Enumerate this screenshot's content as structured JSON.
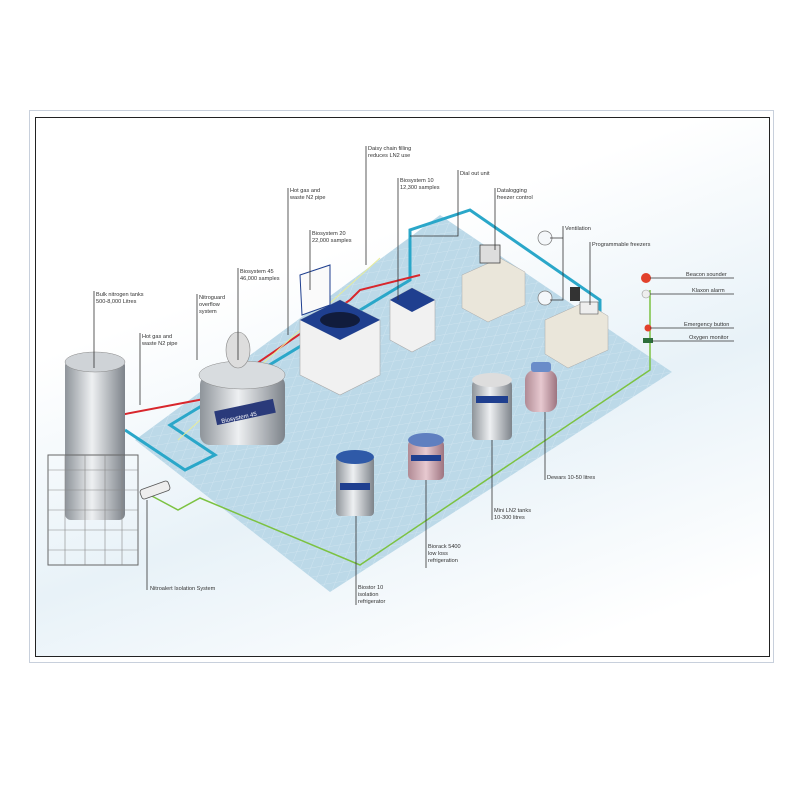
{
  "labels": {
    "bulk_tanks": [
      "Bulk nitrogen tanks",
      "500-8,000 Litres"
    ],
    "hot_gas_1": [
      "Hot gas and",
      "waste N2 pipe"
    ],
    "nitroguard": [
      "Nitroguard",
      "overflow",
      "system"
    ],
    "biosystem45": [
      "Biosystem 45",
      "46,000 samples"
    ],
    "hot_gas_2": [
      "Hot gas and",
      "waste N2 pipe"
    ],
    "biosystem20": [
      "Biosystem 20",
      "22,000 samples"
    ],
    "daisy_chain": [
      "Daisy chain filling",
      "reduces LN2 use"
    ],
    "biosystem10": [
      "Biosystem 10",
      "12,300 samples"
    ],
    "dial_out": [
      "Dial out unit"
    ],
    "datalogging": [
      "Datalogging",
      "freezer control"
    ],
    "ventilation": [
      "Ventilation"
    ],
    "programmable": [
      "Programmable freezers"
    ],
    "beacon": [
      "Beacon sounder"
    ],
    "klaxon": [
      "Klaxon alarm"
    ],
    "emergency": [
      "Emergency button"
    ],
    "oxygen": [
      "Oxygen monitor"
    ],
    "nitroalert": [
      "Nitroalert Isolation System"
    ],
    "biostor": [
      "Biostor 10",
      "isolation",
      "refrigerator"
    ],
    "biorack": [
      "Biorack 5400",
      "low loss",
      "refrigeration"
    ],
    "mini_tanks": [
      "Mini LN2 tanks",
      "10-300 litres"
    ],
    "dewars": [
      "Dewars 10-50 litres"
    ]
  },
  "equipment_marks": {
    "biosystem45_badge": "Biosystem 45"
  },
  "colors": {
    "floor": "#bcd9e8",
    "ln2_pipe": "#2aa7c9",
    "hot_gas_pipe": "#d8262c",
    "alarm_wire": "#7cc242",
    "frame": "#222222"
  }
}
